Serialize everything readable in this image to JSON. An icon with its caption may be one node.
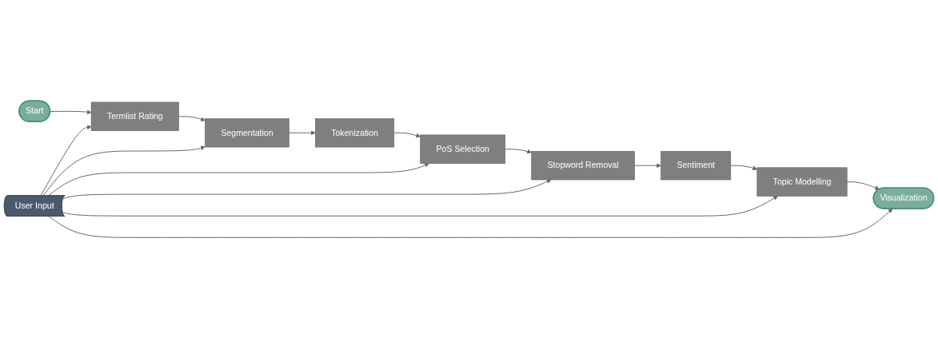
{
  "diagram": {
    "nodes": [
      {
        "text": [
          "Start"
        ]
      },
      {
        "text": [
          "Termlist Rating"
        ]
      },
      {
        "text": [
          "Segmentation"
        ]
      },
      {
        "text": [
          "User Input"
        ]
      },
      {
        "text": [
          "Tokenization"
        ]
      },
      {
        "text": [
          "PoS Selection"
        ]
      },
      {
        "text": [
          "Stopword Removal"
        ]
      },
      {
        "text": [
          "Sentiment"
        ]
      },
      {
        "text": [
          "Topic Modelling"
        ]
      },
      {
        "text": [
          "Visualization"
        ]
      }
    ],
    "edges": [
      {
        "from": 0,
        "to": 1,
        "arrow": "to"
      },
      {
        "from": 1,
        "to": 2,
        "arrow": "to"
      },
      {
        "from": 2,
        "to": 4,
        "arrow": "to"
      },
      {
        "from": 4,
        "to": 5,
        "arrow": "to"
      },
      {
        "from": 5,
        "to": 6,
        "arrow": "to"
      },
      {
        "from": 6,
        "to": 7,
        "arrow": "to"
      },
      {
        "from": 7,
        "to": 8,
        "arrow": "to"
      },
      {
        "from": 8,
        "to": 9,
        "arrow": "to"
      },
      {
        "from": 3,
        "to": 1,
        "arrow": "to"
      },
      {
        "from": 3,
        "to": 2,
        "arrow": "to"
      },
      {
        "from": 3,
        "to": 5,
        "arrow": "to"
      },
      {
        "from": 3,
        "to": 6,
        "arrow": "to"
      },
      {
        "from": 3,
        "to": 8,
        "arrow": "to"
      },
      {
        "from": 3,
        "to": 9,
        "arrow": "to"
      }
    ]
  }
}
